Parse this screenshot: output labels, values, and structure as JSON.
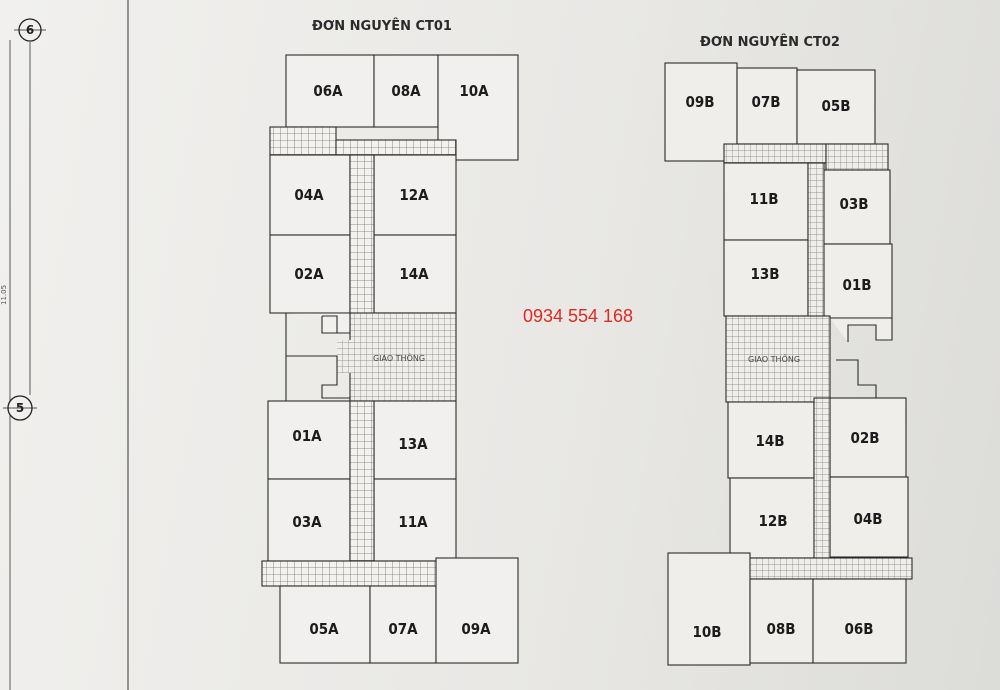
{
  "phone": "0934 554 168",
  "grid_markers": [
    "6",
    "5"
  ],
  "dimension_text": "11.05",
  "buildings": [
    {
      "title": "ĐƠN NGUYÊN CT01",
      "core_label": "GIAO THÔNG",
      "units": [
        "06A",
        "08A",
        "10A",
        "04A",
        "12A",
        "02A",
        "14A",
        "01A",
        "13A",
        "03A",
        "11A",
        "05A",
        "07A",
        "09A"
      ]
    },
    {
      "title": "ĐƠN NGUYÊN CT02",
      "core_label": "GIAO THÔNG",
      "units": [
        "09B",
        "07B",
        "05B",
        "11B",
        "03B",
        "13B",
        "01B",
        "14B",
        "02B",
        "12B",
        "04B",
        "10B",
        "08B",
        "06B"
      ]
    }
  ]
}
